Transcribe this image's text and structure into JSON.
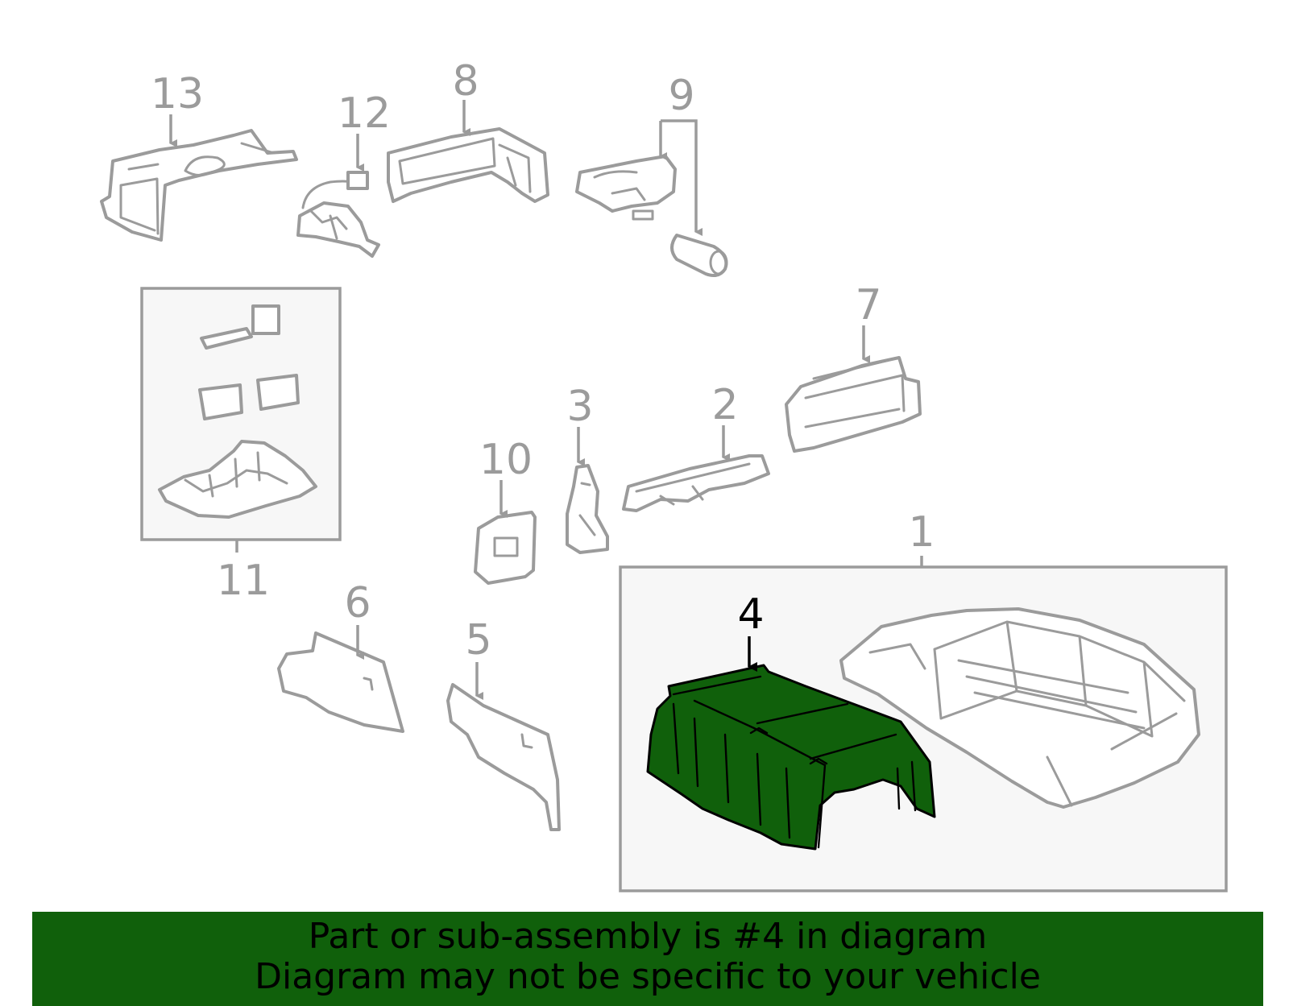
{
  "callouts": [
    "1",
    "2",
    "3",
    "4",
    "5",
    "6",
    "7",
    "8",
    "9",
    "10",
    "11",
    "12",
    "13"
  ],
  "highlighted_callout": "4",
  "colors": {
    "highlight": "#10600b",
    "line": "#9b9b9b",
    "banner": "#10600b"
  },
  "banner": {
    "line1": "Part or sub-assembly is #4 in diagram",
    "line2": "Diagram may not be specific to your vehicle"
  }
}
